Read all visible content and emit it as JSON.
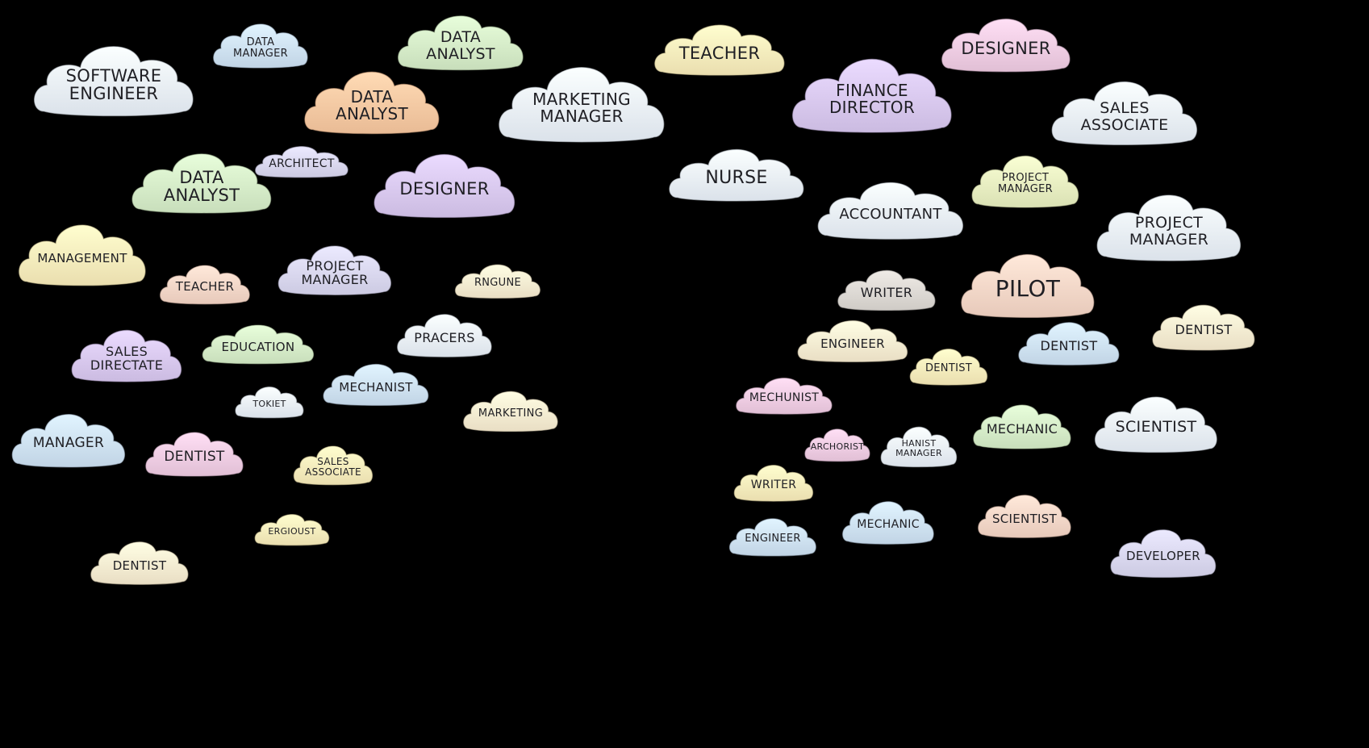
{
  "palette": {
    "blue": "#cfe2f3",
    "green": "#d6ecc9",
    "orange": "#f7c9a3",
    "purple": "#d9c9ef",
    "yellow": "#f8ecbd",
    "pink": "#efcde3",
    "lav": "#dad8f0",
    "peach": "#f5d7c8",
    "lime": "#e8efc2",
    "white": "#e9f0f8",
    "gray": "#ddd9d4",
    "cream": "#f7ecd2",
    "text": "#1f1f24",
    "background": "#000000"
  },
  "clouds": [
    {
      "label": "SOFTWARE\nENGINEER",
      "color": "white"
    },
    {
      "label": "DATA\nMANAGER",
      "color": "blue"
    },
    {
      "label": "DATA\nANALYST",
      "color": "green"
    },
    {
      "label": "DATA\nANALYST",
      "color": "orange"
    },
    {
      "label": "MARKETING\nMANAGER",
      "color": "white"
    },
    {
      "label": "TEACHER",
      "color": "yellow"
    },
    {
      "label": "FINANCE\nDIRECTOR",
      "color": "purple"
    },
    {
      "label": "DESIGNER",
      "color": "pink"
    },
    {
      "label": "SALES\nASSOCIATE",
      "color": "white"
    },
    {
      "label": "ARCHITECT",
      "color": "lav"
    },
    {
      "label": "DATA\nANALYST",
      "color": "green"
    },
    {
      "label": "DESIGNER",
      "color": "purple"
    },
    {
      "label": "NURSE",
      "color": "white"
    },
    {
      "label": "PROJECT\nMANAGER",
      "color": "lime"
    },
    {
      "label": "ACCOUNTANT",
      "color": "white"
    },
    {
      "label": "PROJECT\nMANAGER",
      "color": "white"
    },
    {
      "label": "MANAGEMENT",
      "color": "yellow"
    },
    {
      "label": "PROJECT\nMANAGER",
      "color": "lav"
    },
    {
      "label": "TEACHER",
      "color": "peach"
    },
    {
      "label": "RNGUNE",
      "color": "cream"
    },
    {
      "label": "WRITER",
      "color": "gray"
    },
    {
      "label": "PILOT",
      "color": "peach"
    },
    {
      "label": "DENTIST",
      "color": "cream"
    },
    {
      "label": "PRACERS",
      "color": "white"
    },
    {
      "label": "SALES\nDIRECTATE",
      "color": "purple"
    },
    {
      "label": "EDUCATION",
      "color": "green"
    },
    {
      "label": "ENGINEER",
      "color": "cream"
    },
    {
      "label": "DENTIST",
      "color": "blue"
    },
    {
      "label": "DENTIST",
      "color": "yellow"
    },
    {
      "label": "MECHANIST",
      "color": "blue"
    },
    {
      "label": "TOKIET",
      "color": "white"
    },
    {
      "label": "MARKETING",
      "color": "cream"
    },
    {
      "label": "MECHUNIST",
      "color": "pink"
    },
    {
      "label": "MANAGER",
      "color": "blue"
    },
    {
      "label": "DENTIST",
      "color": "pink"
    },
    {
      "label": "SALES\nASSOCIATE",
      "color": "yellow"
    },
    {
      "label": "MECHANIC",
      "color": "green"
    },
    {
      "label": "SCIENTIST",
      "color": "white"
    },
    {
      "label": "ARCHORIST",
      "color": "pink"
    },
    {
      "label": "HANIST\nMANAGER",
      "color": "white"
    },
    {
      "label": "WRITER",
      "color": "yellow"
    },
    {
      "label": "ERGIOUST",
      "color": "yellow"
    },
    {
      "label": "MECHANIC",
      "color": "blue"
    },
    {
      "label": "SCIENTIST",
      "color": "peach"
    },
    {
      "label": "ENGINEER",
      "color": "blue"
    },
    {
      "label": "DEVELOPER",
      "color": "lav"
    },
    {
      "label": "DENTIST",
      "color": "cream"
    }
  ]
}
